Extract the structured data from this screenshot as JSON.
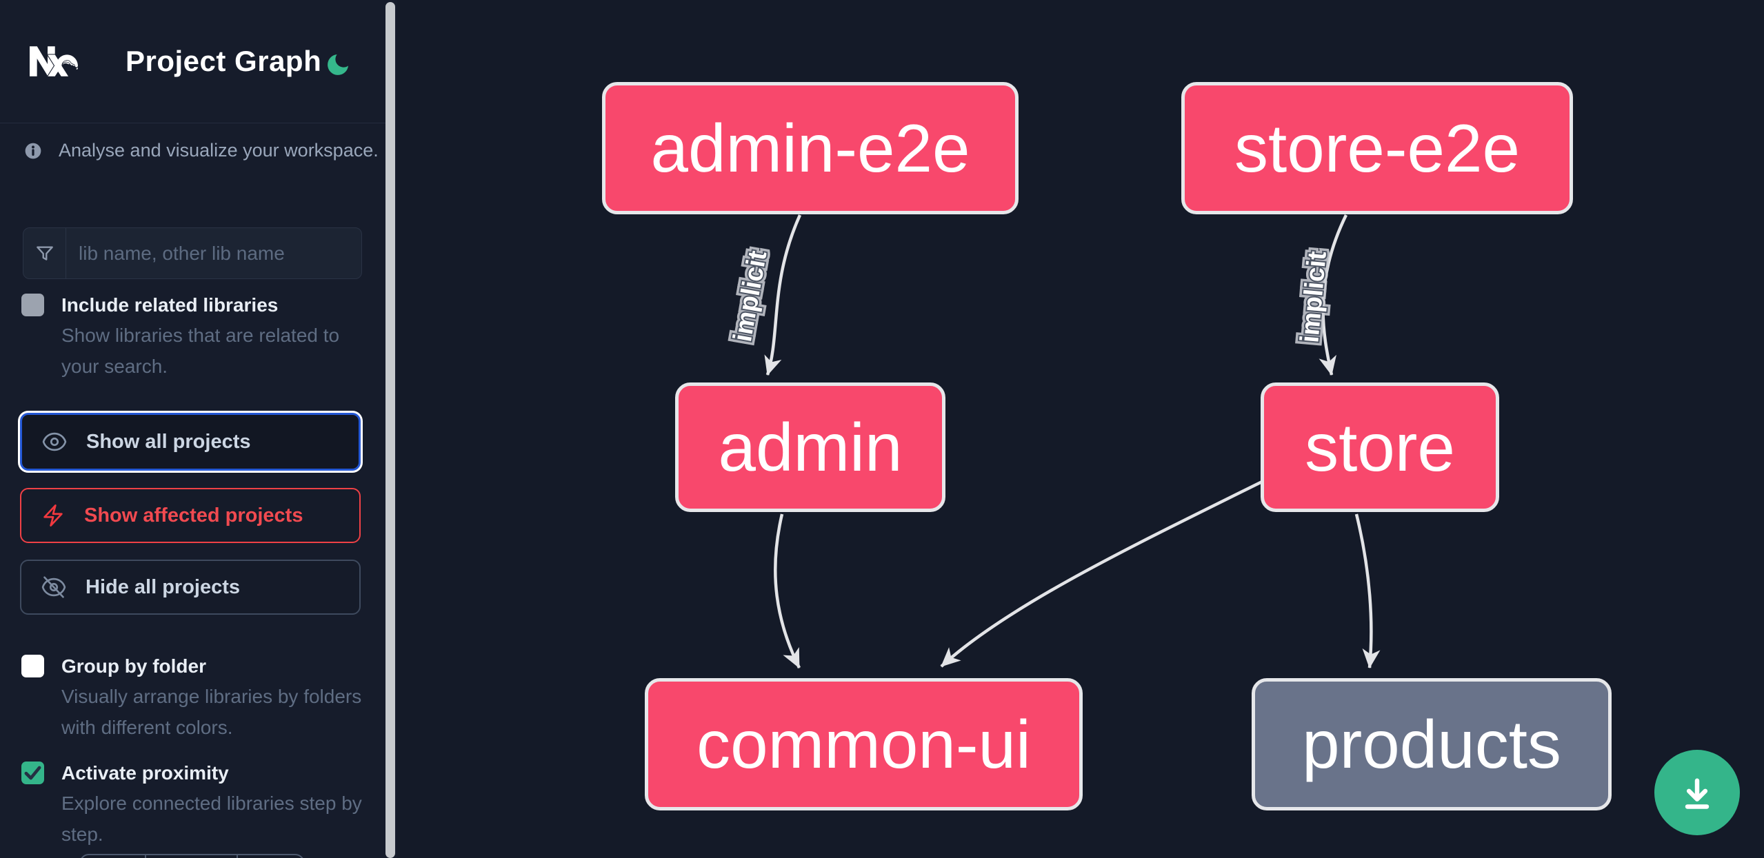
{
  "header": {
    "title": "Project Graph",
    "logo": "nx-logo",
    "theme_toggle_icon": "moon-icon"
  },
  "sidebar": {
    "tagline": "Analyse and visualize your workspace.",
    "search": {
      "placeholder": "lib name, other lib name",
      "icon": "funnel-icon"
    },
    "checkboxes": [
      {
        "label": "Include related libraries",
        "description": "Show libraries that are related to your search.",
        "checked": false,
        "enabled": false
      },
      {
        "label": "Group by folder",
        "description": "Visually arrange libraries by folders with different colors.",
        "checked": false,
        "enabled": true
      },
      {
        "label": "Activate proximity",
        "description": "Explore connected libraries step by step.",
        "checked": true,
        "enabled": true
      }
    ],
    "buttons": [
      {
        "label": "Show all projects",
        "icon": "eye-icon",
        "state": "focused"
      },
      {
        "label": "Show affected projects",
        "icon": "bolt-icon",
        "state": "affected"
      },
      {
        "label": "Hide all projects",
        "icon": "eye-off-icon",
        "state": "default"
      }
    ]
  },
  "graph": {
    "nodes": [
      {
        "id": "admin-e2e",
        "label": "admin-e2e",
        "color": "pink"
      },
      {
        "id": "store-e2e",
        "label": "store-e2e",
        "color": "pink"
      },
      {
        "id": "admin",
        "label": "admin",
        "color": "pink"
      },
      {
        "id": "store",
        "label": "store",
        "color": "pink"
      },
      {
        "id": "common-ui",
        "label": "common-ui",
        "color": "pink"
      },
      {
        "id": "products",
        "label": "products",
        "color": "gray"
      }
    ],
    "edges": [
      {
        "source": "admin-e2e",
        "target": "admin",
        "label": "implicit"
      },
      {
        "source": "store-e2e",
        "target": "store",
        "label": "implicit"
      },
      {
        "source": "admin",
        "target": "common-ui",
        "label": ""
      },
      {
        "source": "store",
        "target": "common-ui",
        "label": ""
      },
      {
        "source": "store",
        "target": "products",
        "label": ""
      }
    ]
  },
  "fab": {
    "icon": "download-icon"
  },
  "colors": {
    "accent_green": "#34b58a",
    "node_pink": "#f8486c",
    "node_gray": "#69738a",
    "node_border": "#e6e7ea",
    "edge": "#e3e4e7",
    "focus_blue": "#2458d5",
    "affected_red": "#ef4146",
    "sidebar_bg": "#161c2b",
    "canvas_bg": "#141a28"
  }
}
